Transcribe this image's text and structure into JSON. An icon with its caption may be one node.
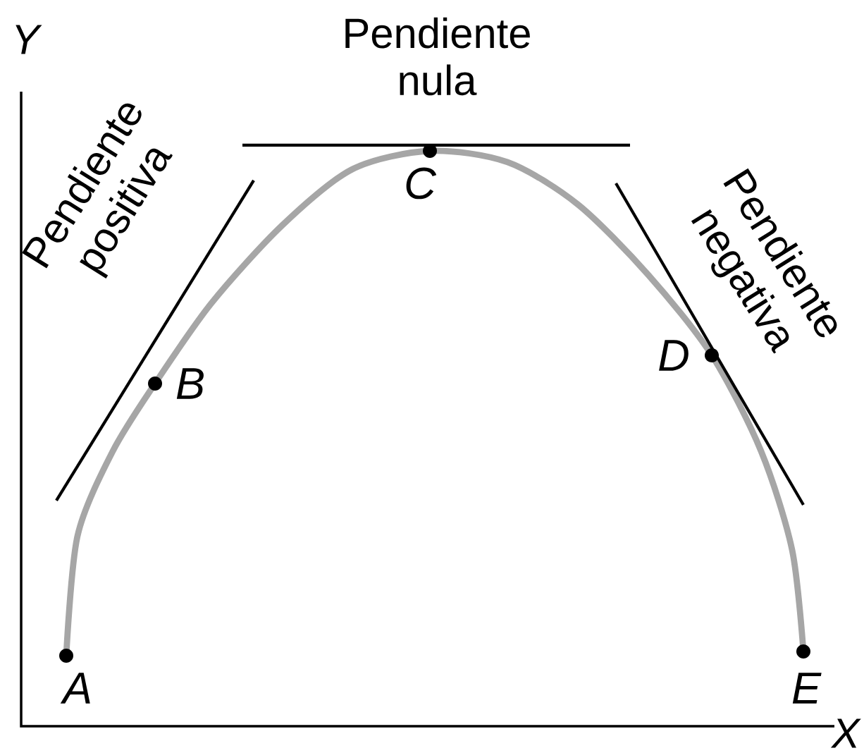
{
  "diagram": {
    "labels": [
      "Y",
      "X",
      "Pendiente nula",
      "Pendiente positiva",
      "Pendiente negativa",
      "A",
      "B",
      "C",
      "D",
      "E"
    ]
  }
}
